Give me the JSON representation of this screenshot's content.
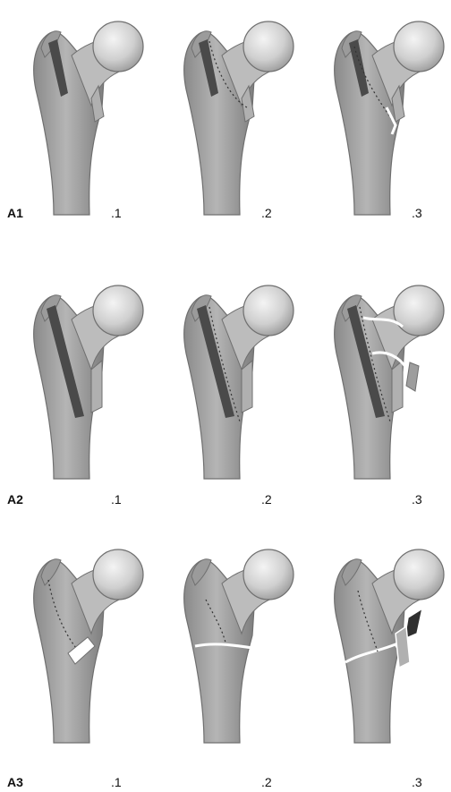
{
  "figure": {
    "rows": [
      {
        "group": "A1",
        "cells": [
          {
            "sub": ".1",
            "kind": "simple"
          },
          {
            "sub": ".2",
            "kind": "simple-dashed"
          },
          {
            "sub": ".3",
            "kind": "simple-open"
          }
        ]
      },
      {
        "group": "A2",
        "cells": [
          {
            "sub": ".1",
            "kind": "multi"
          },
          {
            "sub": ".2",
            "kind": "multi-dashed"
          },
          {
            "sub": ".3",
            "kind": "multi-frag"
          }
        ]
      },
      {
        "group": "A3",
        "cells": [
          {
            "sub": ".1",
            "kind": "reverse"
          },
          {
            "sub": ".2",
            "kind": "transverse"
          },
          {
            "sub": ".3",
            "kind": "comminuted"
          }
        ]
      }
    ],
    "colors": {
      "bone_fill": "#a9a9a9",
      "bone_edge": "#6f6f6f",
      "head_fill": "#d8d8d8",
      "fracture_dark": "#4a4a4a",
      "fracture_line": "#ffffff"
    }
  }
}
